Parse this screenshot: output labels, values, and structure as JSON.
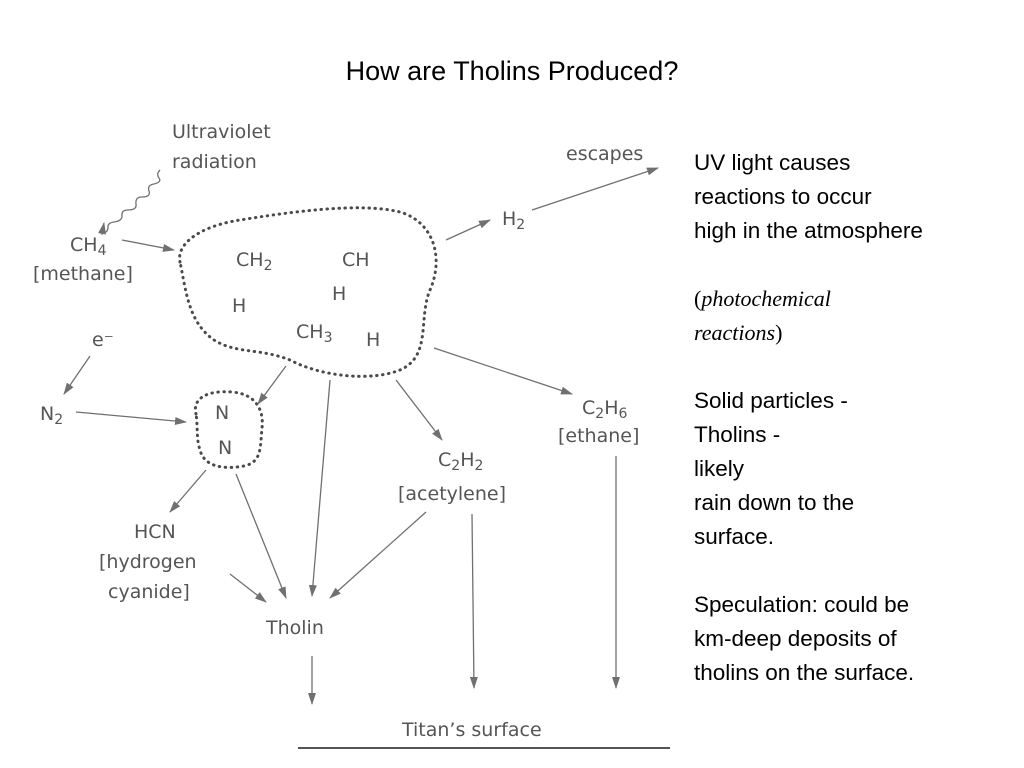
{
  "title": "How are Tholins Produced?",
  "diagram": {
    "uv": [
      "Ultraviolet",
      "radiation"
    ],
    "escapes": "escapes",
    "h2": "H2",
    "ch4": "CH4",
    "methane": "[methane]",
    "blob_species": {
      "ch2": "CH2",
      "ch": "CH",
      "h1": "H",
      "h2": "H",
      "ch3": "CH3",
      "h3": "H"
    },
    "electron": "e⁻",
    "n2": "N2",
    "n_top": "N",
    "n_bottom": "N",
    "c2h6": "C2H6",
    "ethane": "[ethane]",
    "c2h2": "C2H2",
    "acetylene": "[acetylene]",
    "hcn": "HCN",
    "hydrogen": "[hydrogen",
    "cyanide": "cyanide]",
    "tholin": "Tholin",
    "surface": "Titan’s surface"
  },
  "side_text": {
    "p1": [
      "UV light causes",
      "reactions to occur",
      "high in the atmosphere"
    ],
    "p2_open": "(",
    "p2_italic_1": "photochemical",
    "p2_italic_2": "reactions",
    "p2_close": ")",
    "p3": [
      "Solid particles -",
      "Tholins -",
      "likely",
      "rain down to the",
      "surface."
    ],
    "p4": [
      "Speculation: could be",
      "km-deep deposits of",
      "tholins on the surface."
    ]
  }
}
